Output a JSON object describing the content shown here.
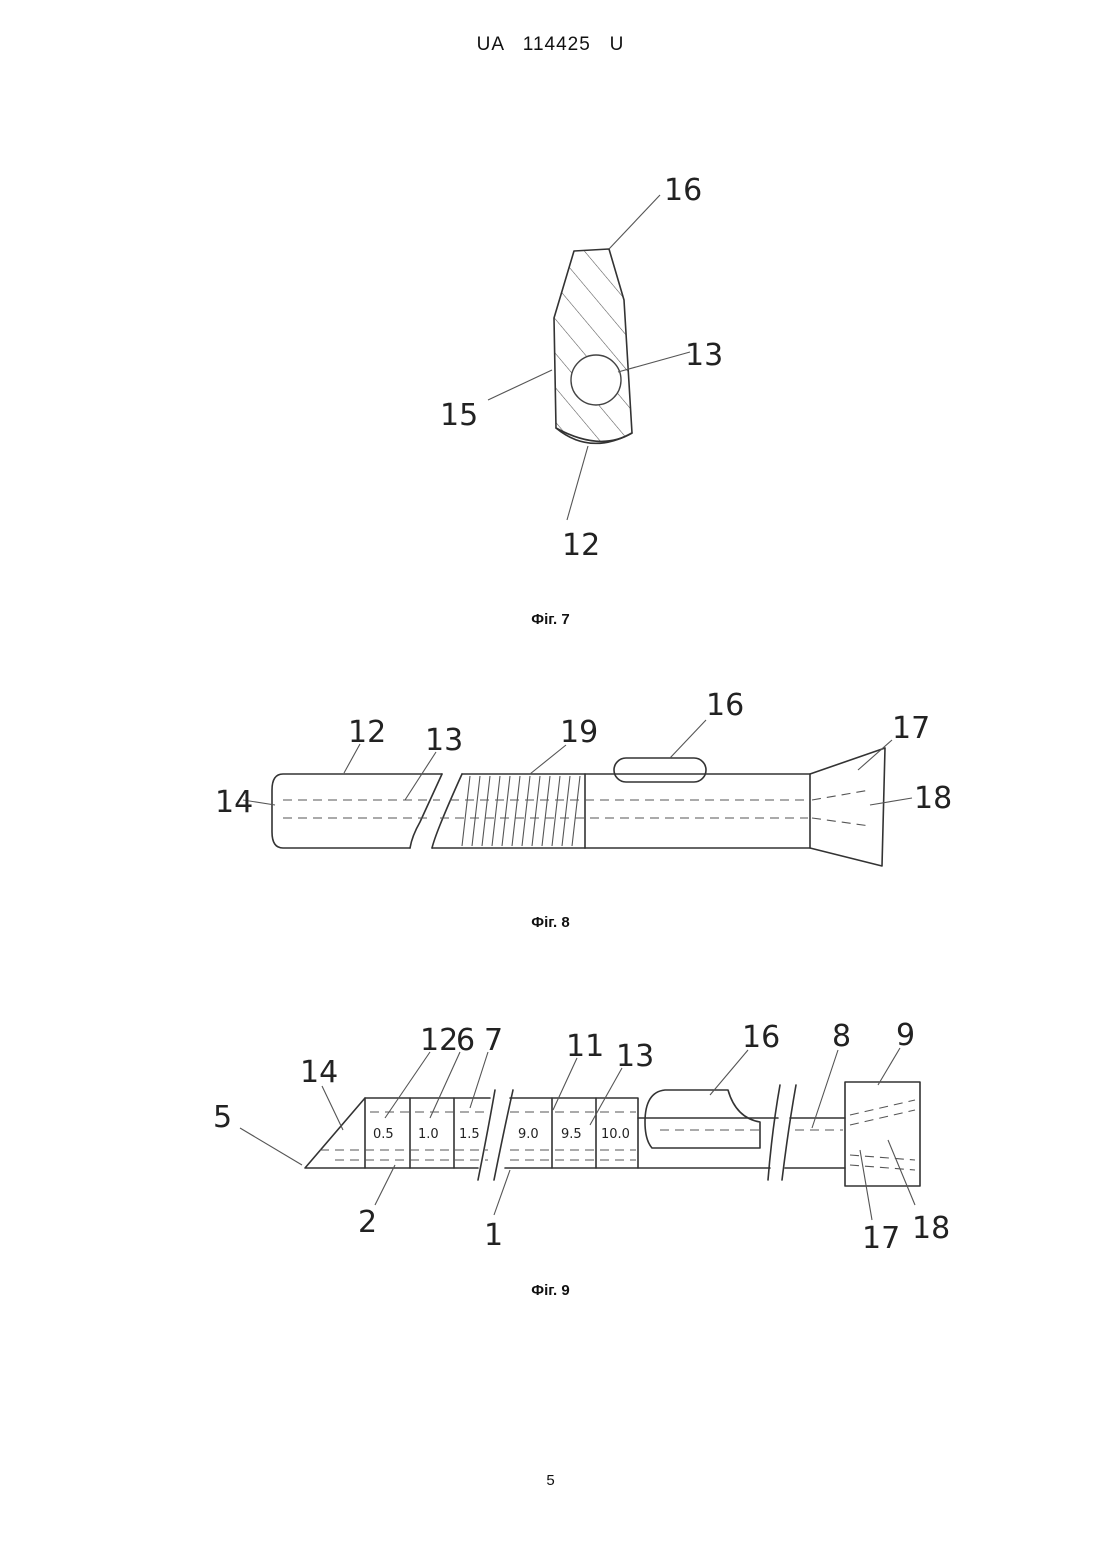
{
  "header": "UA   114425   U",
  "page_number": "5",
  "fig7": {
    "caption": "Фіг. 7",
    "refs": {
      "r16": "16",
      "r13": "13",
      "r15": "15",
      "r12": "12"
    }
  },
  "fig8": {
    "caption": "Фіг. 8",
    "refs": {
      "r12": "12",
      "r13": "13",
      "r19": "19",
      "r16": "16",
      "r17": "17",
      "r14": "14",
      "r18": "18"
    }
  },
  "fig9": {
    "caption": "Фіг. 9",
    "refs": {
      "r12": "12",
      "r6": "6",
      "r7": "7",
      "r11": "11",
      "r13": "13",
      "r16": "16",
      "r8": "8",
      "r9": "9",
      "r14": "14",
      "r5": "5",
      "r2": "2",
      "r1": "1",
      "r17": "17",
      "r18": "18"
    },
    "scale_marks": [
      "0.5",
      "1.0",
      "1.5",
      "9.0",
      "9.5",
      "10.0"
    ]
  }
}
